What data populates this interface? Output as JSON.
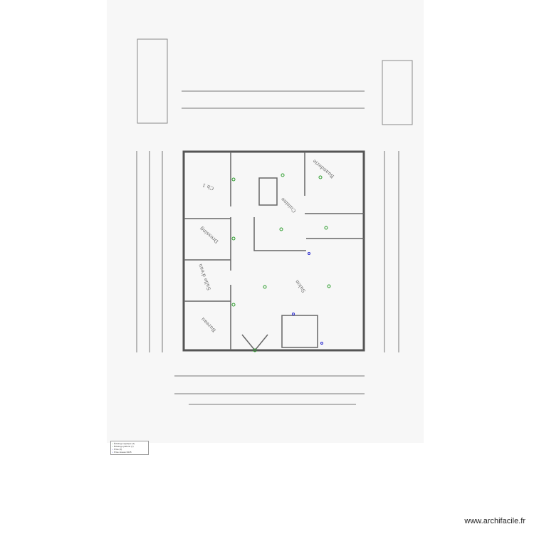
{
  "plan": {
    "rooms": [
      "Ch 1",
      "Salon",
      "Cuisine",
      "Buanderie",
      "Dressing",
      "Salle d'eau",
      "Bureau"
    ],
    "fixtures": {
      "wall_light_color": "#2e9e2e",
      "ceiling_light_color": "#2e9e2e",
      "socket_color": "#2a2ad0"
    }
  },
  "legend": {
    "items": [
      {
        "label": "Éclairage applique (3)",
        "icon": "wall-light-icon",
        "color": "#2e9e2e"
      },
      {
        "label": "Éclairage plafond (7)",
        "icon": "ceiling-light-icon",
        "color": "#2e9e2e"
      },
      {
        "label": "Prise (0)",
        "icon": "socket-icon",
        "color": "#2a2ad0"
      },
      {
        "label": "Prise réseau RJ45",
        "icon": "network-socket-icon",
        "color": "#2a2ad0"
      }
    ]
  },
  "watermark": "www.archifacile.fr"
}
